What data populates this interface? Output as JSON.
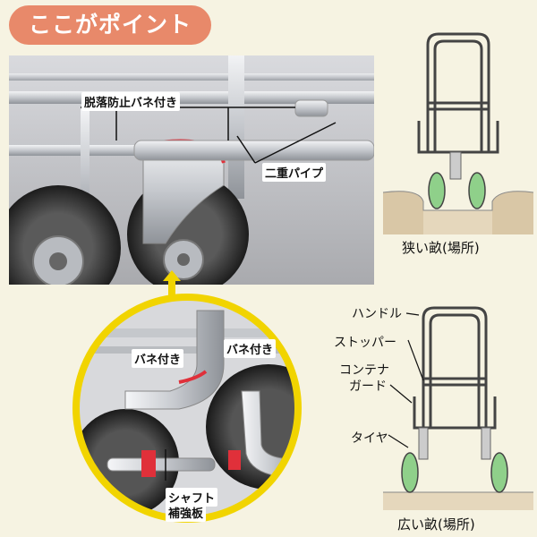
{
  "banner": {
    "title": "ここがポイント"
  },
  "photo": {
    "label_spring": "脱落防止バネ付き",
    "label_double_pipe": "二重パイプ"
  },
  "closeup": {
    "label_spring_left": "バネ付き",
    "label_spring_right": "バネ付き",
    "label_shaft": "シャフト",
    "label_plate": "補強板"
  },
  "diagram_narrow": {
    "caption": "狭い畝(場所)"
  },
  "diagram_wide": {
    "caption": "広い畝(場所)",
    "label_handle": "ハンドル",
    "label_stopper": "ストッパー",
    "label_container": "コンテナ",
    "label_guard": "ガード",
    "label_tire": "タイヤ"
  },
  "colors": {
    "banner": "#e8896a",
    "circle_ring": "#f1d400",
    "tire_green": "#8fd08a",
    "highlight": "#e0303a"
  }
}
